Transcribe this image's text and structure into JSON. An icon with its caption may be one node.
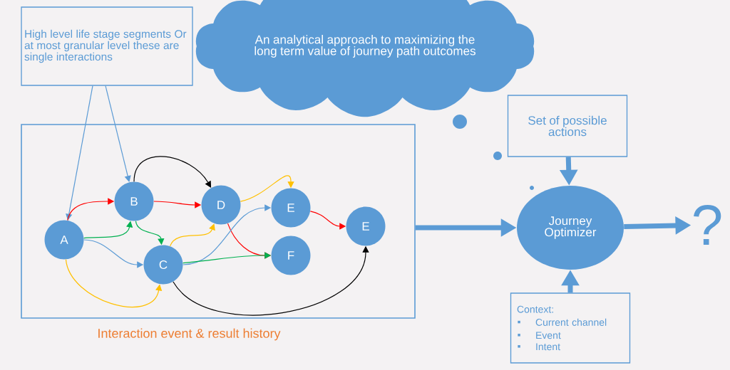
{
  "diagram": {
    "nodes": [
      {
        "text": [
          "High level life stage segments Or at most granular level these are single interactions"
        ]
      },
      {
        "text": [
          "An analytical approach to maximizing the long term value of journey path outcomes"
        ]
      },
      {
        "text": [
          "Interaction event & result history"
        ]
      },
      {
        "text": [
          "A"
        ],
        "in": 2
      },
      {
        "text": [
          "B"
        ],
        "in": 2
      },
      {
        "text": [
          "C"
        ],
        "in": 2
      },
      {
        "text": [
          "D"
        ],
        "in": 2
      },
      {
        "text": [
          "E"
        ],
        "in": 2
      },
      {
        "text": [
          "F"
        ],
        "in": 2
      },
      {
        "text": [
          "E"
        ],
        "in": 2
      },
      {
        "text": [
          "Set of possible actions"
        ]
      },
      {
        "text": [
          "Journey Optimizer"
        ]
      },
      {
        "text": [
          "Context:",
          "Current channel",
          "Event",
          "Intent"
        ]
      },
      {
        "text": [
          "?"
        ]
      }
    ],
    "edges": [
      {
        "from": 0,
        "to": 3,
        "arrow": "to"
      },
      {
        "from": 0,
        "to": 4,
        "arrow": "to"
      },
      {
        "from": 3,
        "to": 4,
        "arrow": "to",
        "color": "#ff0000"
      },
      {
        "from": 3,
        "to": 4,
        "arrow": "to",
        "color": "#00b050"
      },
      {
        "from": 3,
        "to": 5,
        "arrow": "to"
      },
      {
        "from": 3,
        "to": 5,
        "arrow": "to",
        "color": "#ffc000"
      },
      {
        "from": 4,
        "to": 6,
        "arrow": "to",
        "color": "#000000"
      },
      {
        "from": 4,
        "to": 6,
        "arrow": "to",
        "color": "#ff0000"
      },
      {
        "from": 4,
        "to": 5,
        "arrow": "to",
        "color": "#00b050"
      },
      {
        "from": 5,
        "to": 6,
        "arrow": "to",
        "color": "#ffc000"
      },
      {
        "from": 6,
        "to": 7,
        "arrow": "to",
        "color": "#ffc000"
      },
      {
        "from": 6,
        "to": 8,
        "arrow": "to",
        "color": "#ff0000"
      },
      {
        "from": 5,
        "to": 7,
        "arrow": "to"
      },
      {
        "from": 5,
        "to": 8,
        "arrow": "to",
        "color": "#00b050"
      },
      {
        "from": 5,
        "to": 9,
        "arrow": "to",
        "color": "#000000"
      },
      {
        "from": 7,
        "to": 9,
        "arrow": "to",
        "color": "#ff0000"
      },
      {
        "from": 2,
        "to": 11,
        "arrow": "to",
        "style": "thick"
      },
      {
        "from": 10,
        "to": 11,
        "arrow": "to",
        "style": "thick"
      },
      {
        "from": 12,
        "to": 11,
        "arrow": "to",
        "style": "thick"
      },
      {
        "from": 11,
        "to": 13,
        "arrow": "to",
        "style": "thick"
      }
    ]
  }
}
